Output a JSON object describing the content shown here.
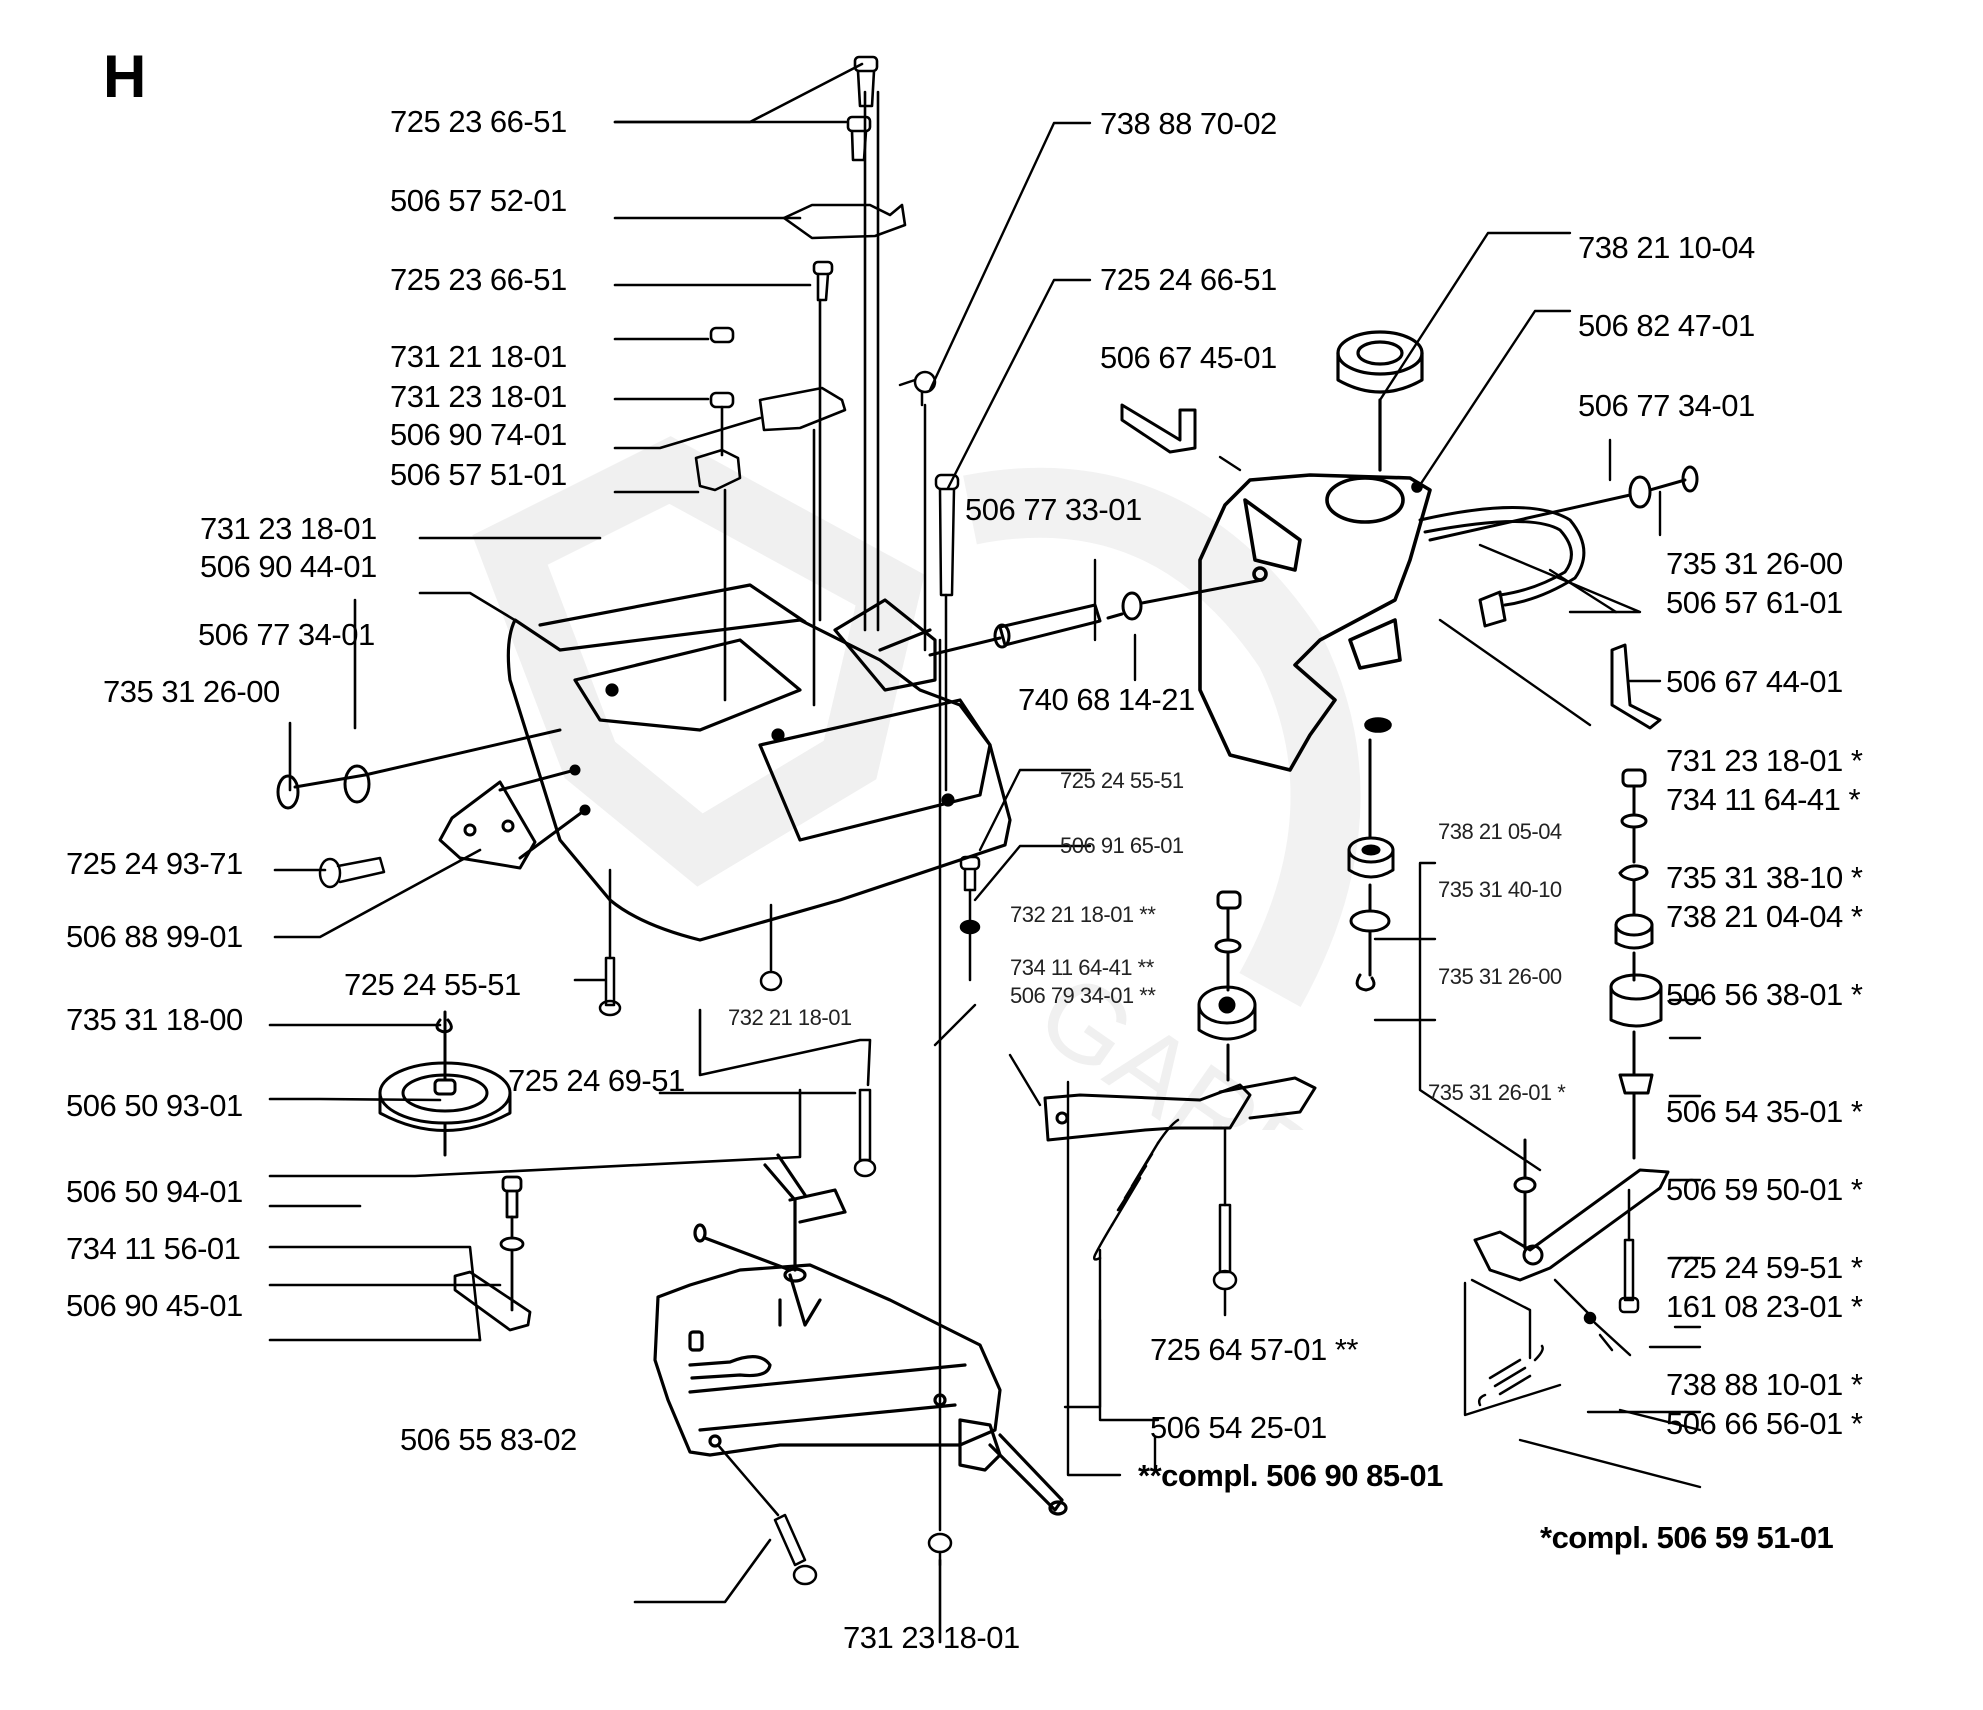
{
  "diagram": {
    "section_letter": "H",
    "kit_notes": {
      "double_star": "**compl. 506 90 85-01",
      "single_star": "*compl. 506 59 51-01"
    },
    "watermark": "GARDEN",
    "labels": [
      "725 23 66-51",
      "506 57 52-01",
      "725 23 66-51",
      "731 21 18-01",
      "731 23 18-01",
      "506 90 74-01",
      "506 57 51-01",
      "731 23 18-01",
      "506 90 44-01",
      "506 77 34-01",
      "735 31 26-00",
      "725 24 93-71",
      "506 88 99-01",
      "725 24 55-51",
      "735 31 18-00",
      "506 50 93-01",
      "725 24 69-51",
      "506 50 94-01",
      "734 11 56-01",
      "506 90 45-01",
      "506 55 83-02",
      "731 23 18-01",
      "732 21 18-01",
      "738 88 70-02",
      "725 24 66-51",
      "506 77 33-01",
      "740 68 14-21",
      "506 67 45-01",
      "738 21 10-04",
      "506 82 47-01",
      "506 77 34-01",
      "735 31 26-00",
      "506 57 61-01",
      "506 67 44-01",
      "725 24 55-51",
      "506 91 65-01",
      "732 21 18-01 **",
      "734 11 64-41 **",
      "506 79 34-01 **",
      "738 21 05-04",
      "735 31 40-10",
      "735 31 26-00",
      "735 31 26-01 *",
      "731 23 18-01 *",
      "734 11 64-41 *",
      "735 31 38-10 *",
      "738 21 04-04 *",
      "506 56 38-01 *",
      "506 54 35-01 *",
      "506 59 50-01 *",
      "725 24 59-51 *",
      "161 08 23-01 *",
      "738 88 10-01 *",
      "506 66 56-01 *",
      "725 64 57-01 **",
      "506 54 25-01"
    ]
  }
}
